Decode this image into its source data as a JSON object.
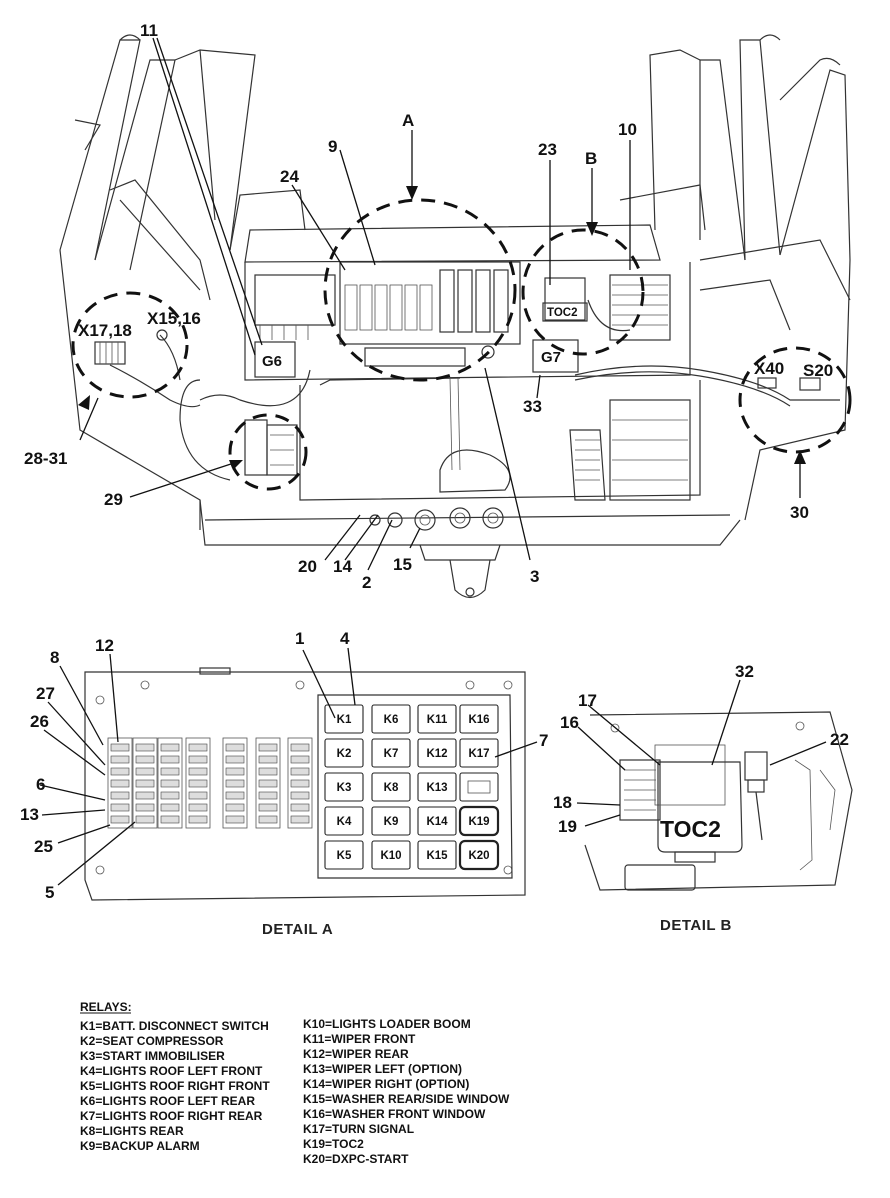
{
  "main_view": {
    "callouts": [
      {
        "id": "c-11",
        "text": "11"
      },
      {
        "id": "c-A",
        "text": "A"
      },
      {
        "id": "c-9",
        "text": "9"
      },
      {
        "id": "c-24",
        "text": "24"
      },
      {
        "id": "c-23",
        "text": "23"
      },
      {
        "id": "c-B",
        "text": "B"
      },
      {
        "id": "c-10",
        "text": "10"
      },
      {
        "id": "c-X1718",
        "text": "X17,18"
      },
      {
        "id": "c-X1516",
        "text": "X15,16"
      },
      {
        "id": "c-2831",
        "text": "28-31"
      },
      {
        "id": "c-29",
        "text": "29"
      },
      {
        "id": "c-20",
        "text": "20"
      },
      {
        "id": "c-14",
        "text": "14"
      },
      {
        "id": "c-2",
        "text": "2"
      },
      {
        "id": "c-15",
        "text": "15"
      },
      {
        "id": "c-3",
        "text": "3"
      },
      {
        "id": "c-33",
        "text": "33"
      },
      {
        "id": "c-X40",
        "text": "X40"
      },
      {
        "id": "c-S20",
        "text": "S20"
      },
      {
        "id": "c-30",
        "text": "30"
      }
    ],
    "components": {
      "g6": "G6",
      "g7": "G7",
      "toc2_small": "TOC2"
    }
  },
  "detail_a": {
    "title": "DETAIL A",
    "callouts": [
      {
        "id": "a-1",
        "text": "1"
      },
      {
        "id": "a-4",
        "text": "4"
      },
      {
        "id": "a-8",
        "text": "8"
      },
      {
        "id": "a-12",
        "text": "12"
      },
      {
        "id": "a-27",
        "text": "27"
      },
      {
        "id": "a-26",
        "text": "26"
      },
      {
        "id": "a-6",
        "text": "6"
      },
      {
        "id": "a-13",
        "text": "13"
      },
      {
        "id": "a-25",
        "text": "25"
      },
      {
        "id": "a-5",
        "text": "5"
      },
      {
        "id": "a-7",
        "text": "7"
      }
    ],
    "relay_columns": [
      [
        "K1",
        "K2",
        "K3",
        "K4",
        "K5"
      ],
      [
        "K6",
        "K7",
        "K8",
        "K9",
        "K10"
      ],
      [
        "K11",
        "K12",
        "K13",
        "K14",
        "K15"
      ],
      [
        "K16",
        "K17",
        "",
        "K19",
        "K20"
      ]
    ]
  },
  "detail_b": {
    "title": "DETAIL B",
    "toc2": "TOC2",
    "callouts": [
      {
        "id": "b-32",
        "text": "32"
      },
      {
        "id": "b-17",
        "text": "17"
      },
      {
        "id": "b-16",
        "text": "16"
      },
      {
        "id": "b-22",
        "text": "22"
      },
      {
        "id": "b-18",
        "text": "18"
      },
      {
        "id": "b-19",
        "text": "19"
      }
    ]
  },
  "relays_legend": {
    "heading": "RELAYS:",
    "left": [
      "K1=BATT. DISCONNECT SWITCH",
      "K2=SEAT COMPRESSOR",
      "K3=START IMMOBILISER",
      "K4=LIGHTS ROOF LEFT FRONT",
      "K5=LIGHTS ROOF RIGHT FRONT",
      "K6=LIGHTS ROOF LEFT REAR",
      "K7=LIGHTS ROOF RIGHT REAR",
      "K8=LIGHTS REAR",
      "K9=BACKUP ALARM"
    ],
    "right": [
      "K10=LIGHTS LOADER BOOM",
      "K11=WIPER FRONT",
      "K12=WIPER REAR",
      "K13=WIPER LEFT (OPTION)",
      "K14=WIPER RIGHT (OPTION)",
      "K15=WASHER REAR/SIDE WINDOW",
      "K16=WASHER FRONT WINDOW",
      "K17=TURN SIGNAL",
      "K19=TOC2",
      "K20=DXPC-START"
    ]
  }
}
